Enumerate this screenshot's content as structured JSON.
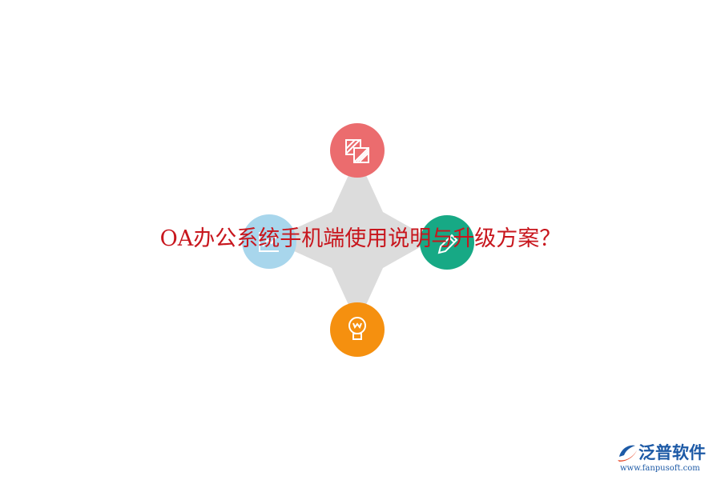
{
  "title": "OA办公系统手机端使用说明与升级方案？",
  "colors": {
    "title": "#c8161d",
    "star": "#dcdcdc",
    "top_circle": "#eb6c6e",
    "left_circle": "#a8d6ec",
    "right_circle": "#17a985",
    "bottom_circle": "#f5900f",
    "logo": "#1d5aa6",
    "logo_accent": "#e84a2a"
  },
  "diagram": {
    "nodes": [
      {
        "id": "top",
        "icon": "striped-squares-icon"
      },
      {
        "id": "left",
        "icon": "chart-icon"
      },
      {
        "id": "right",
        "icon": "pencil-icon"
      },
      {
        "id": "bottom",
        "icon": "lightbulb-icon"
      }
    ]
  },
  "logo": {
    "name": "泛普软件",
    "url": "www.fanpusoft.com"
  }
}
